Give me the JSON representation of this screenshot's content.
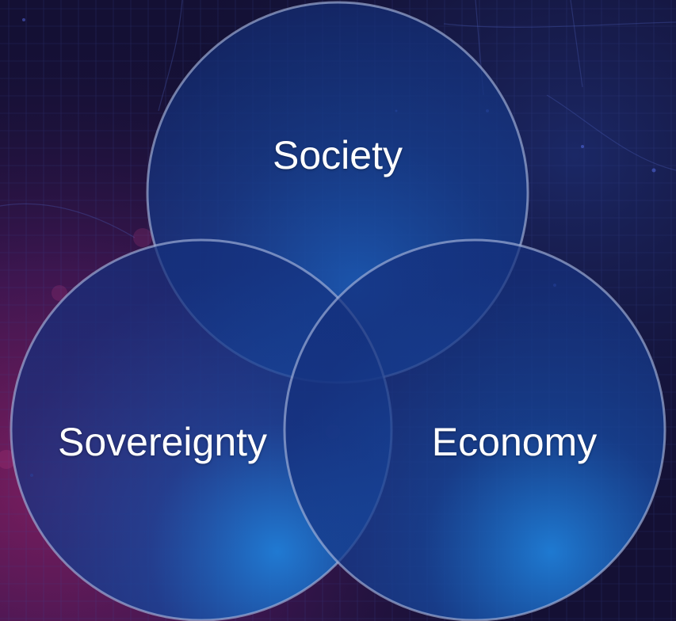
{
  "diagram": {
    "type": "venn",
    "sets": [
      {
        "id": "society",
        "label": "Society"
      },
      {
        "id": "sovereignty",
        "label": "Sovereignty"
      },
      {
        "id": "economy",
        "label": "Economy"
      }
    ]
  },
  "colors": {
    "background_dark": "#120f2e",
    "background_magenta": "#6b1a5e",
    "circle_fill": "#173e8c",
    "circle_stroke": "#a6b6dc",
    "circle_glow": "#1f7fd9",
    "label_text": "#ffffff"
  }
}
